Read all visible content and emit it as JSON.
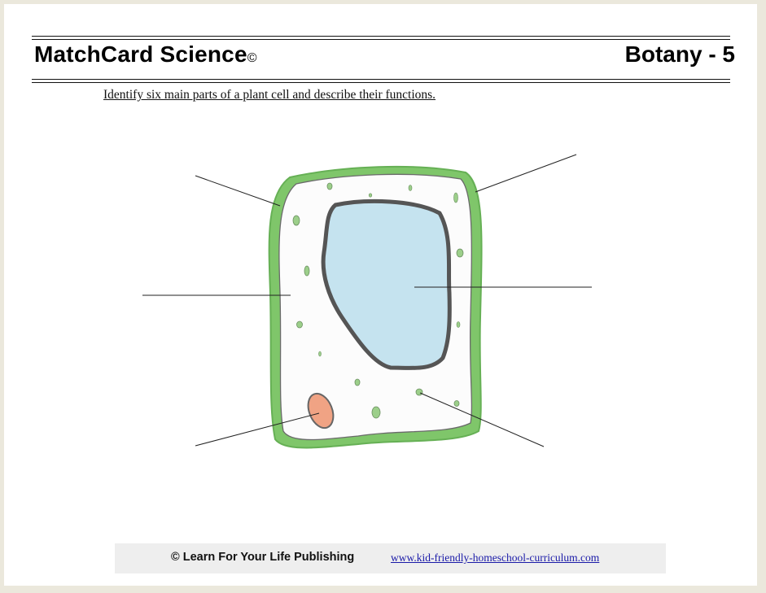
{
  "header": {
    "title": "MatchCard Science",
    "copyright_symbol": "©",
    "worksheet_id": "Botany - 5"
  },
  "instructions": "Identify six main parts of a plant cell and describe their functions.",
  "footer": {
    "publisher": "© Learn For Your Life Publishing",
    "link": "www.kid-friendly-homeschool-curriculum.com"
  },
  "colors": {
    "cell_wall": "#7fc66a",
    "cell_membrane": "#555555",
    "vacuole_fill": "#c5e3ef",
    "vacuole_border": "#555555",
    "nucleus_fill": "#f0a384",
    "organelle_fill": "#9ccf8a"
  }
}
